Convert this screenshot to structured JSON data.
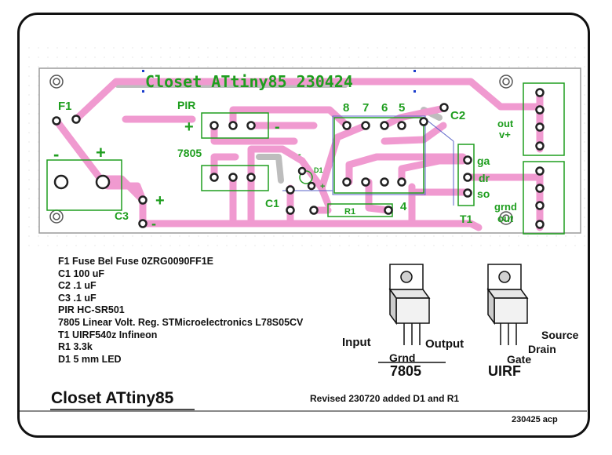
{
  "board": {
    "title": "Closet ATtiny85 230424",
    "labels": {
      "f1": "F1",
      "pir": "PIR",
      "plus": "+",
      "minus": "-",
      "vreg": "7805",
      "c1": "C1",
      "c2": "C2",
      "c3": "C3",
      "d1": "D1",
      "r1": "R1",
      "t1": "T1",
      "pin8": "8",
      "pin7": "7",
      "pin6": "6",
      "pin5": "5",
      "pin4": "4",
      "ga": "ga",
      "dr": "dr",
      "so": "so",
      "out_v_line1": "out",
      "out_v_line2": "v+",
      "grnd_out_line1": "grnd",
      "grnd_out_line2": "out"
    },
    "colors": {
      "trace": "#f09ad0",
      "silk": "#1f9e1f",
      "outline": "#9b9b9b",
      "pad": "#222222"
    }
  },
  "parts_list": [
    "F1 Fuse Bel Fuse 0ZRG0090FF1E",
    "C1 100 uF",
    "C2 .1 uF",
    "C3 .1 uF",
    "PIR HC-SR501",
    "7805 Linear Volt. Reg. STMicroelectronics L78S05CV",
    "T1 UIRF540z Infineon",
    " R1 3.3k",
    " D1 5 mm LED"
  ],
  "packages": {
    "input": "Input",
    "output": "Output",
    "grnd": "Grnd",
    "vreg_name": "7805",
    "source": "Source",
    "drain": "Drain",
    "gate": "Gate",
    "mosfet_name": "UIRF"
  },
  "footer": {
    "title": "Closet ATtiny85",
    "revision": "Revised 230720 added D1 and R1",
    "stamp": "230425 acp"
  }
}
